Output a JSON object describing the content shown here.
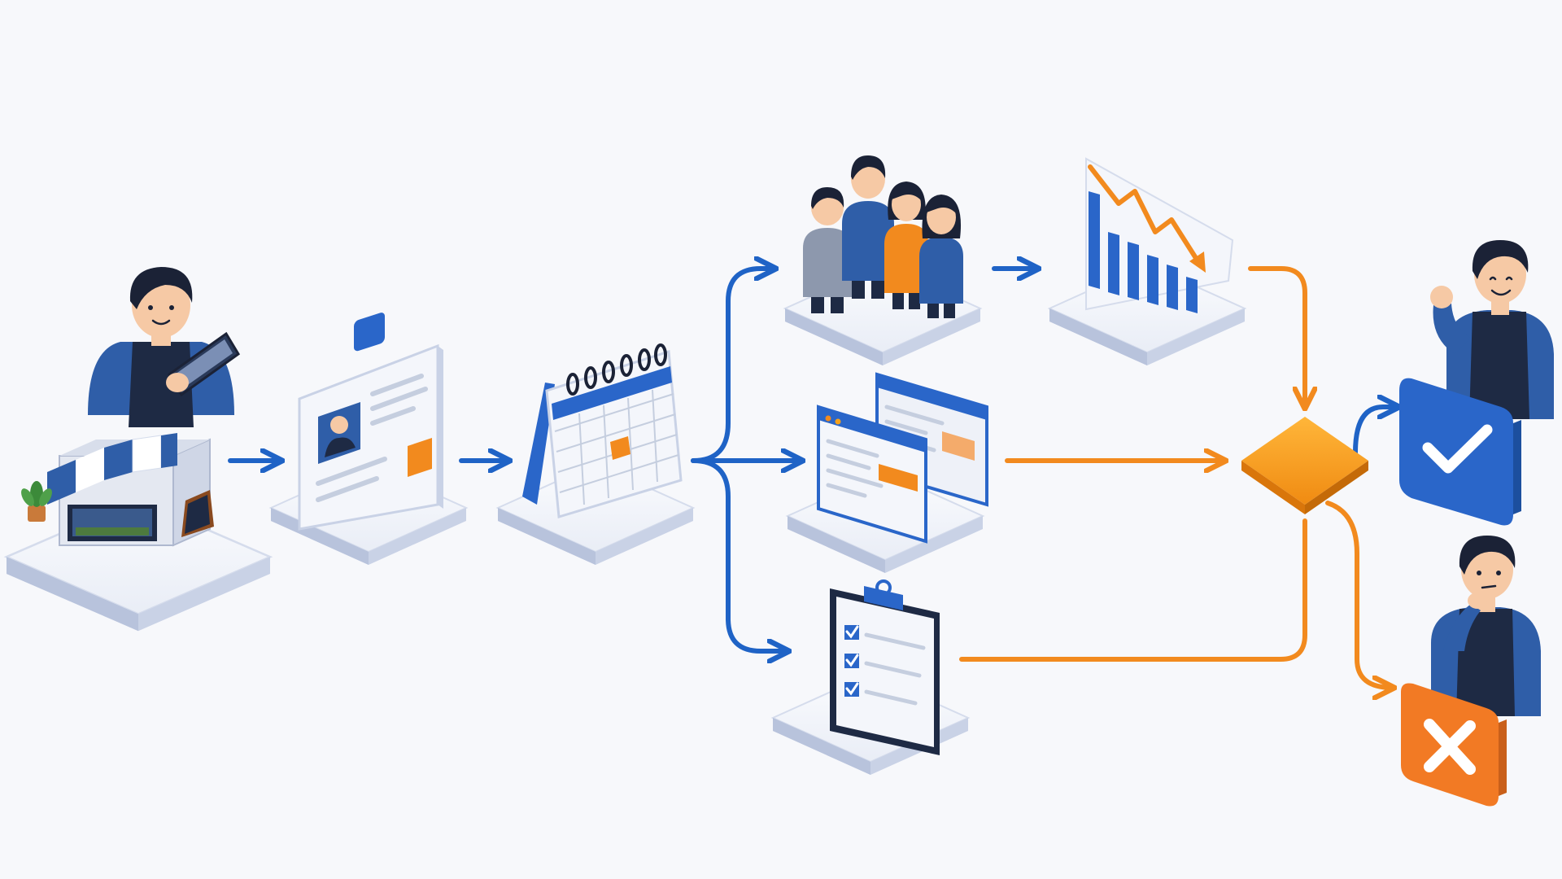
{
  "colors": {
    "background": "#f7f8fb",
    "flow_blue": "#1f63c6",
    "flow_orange": "#f28a1e",
    "platform_top": "#f3f5fa",
    "platform_edge": "#c9d2e6",
    "shirt_blue": "#2f5ea8",
    "apron": "#1e2a44",
    "skin": "#f6c9a5",
    "hair": "#1b2236",
    "decision": "#f7a21b",
    "approve": "#2a66c9",
    "reject": "#f27a24"
  },
  "nodes": [
    {
      "id": "shop-owner",
      "icon": "storefront-with-owner-tablet"
    },
    {
      "id": "profile",
      "icon": "id-card-document"
    },
    {
      "id": "schedule",
      "icon": "desk-calendar"
    },
    {
      "id": "customers",
      "icon": "group-of-people"
    },
    {
      "id": "sales-decline",
      "icon": "bar-chart-declining-arrow"
    },
    {
      "id": "web-pages",
      "icon": "browser-windows"
    },
    {
      "id": "checklist",
      "icon": "clipboard-checklist"
    },
    {
      "id": "decision",
      "icon": "diamond-decision"
    },
    {
      "id": "approved",
      "icon": "checkmark-owner-happy"
    },
    {
      "id": "rejected",
      "icon": "x-mark-owner-thinking"
    }
  ]
}
